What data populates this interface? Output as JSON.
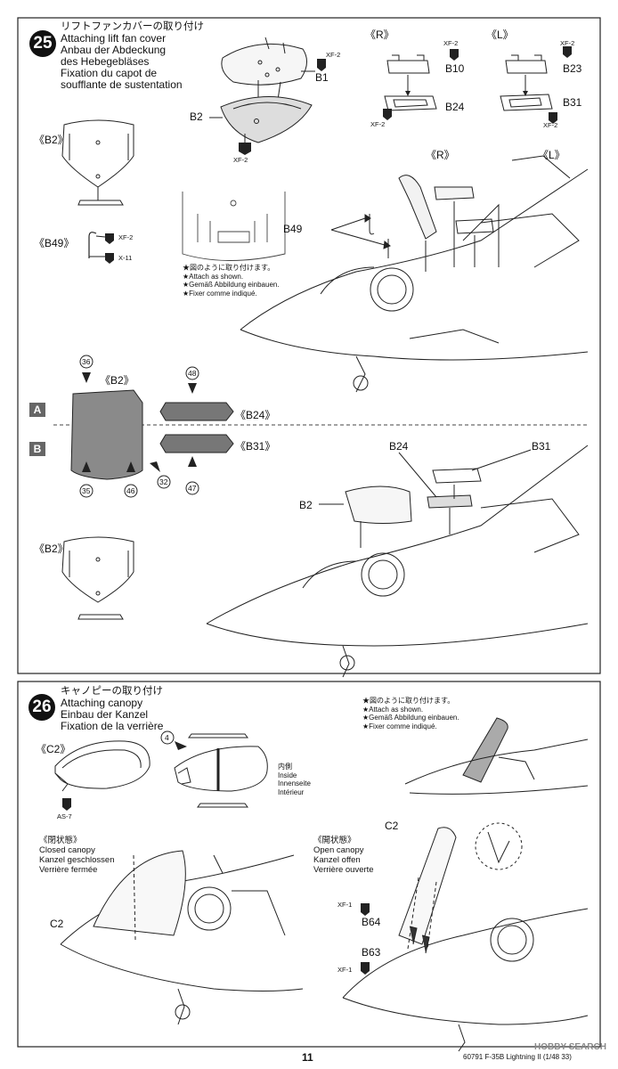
{
  "step25": {
    "number": "25",
    "title_jp": "リフトファンカバーの取り付け",
    "title_en": "Attaching lift fan cover",
    "title_de": "Anbau der Abdeckung des Hebegebläses",
    "title_de_line1": "Anbau der Abdeckung",
    "title_de_line2": "des Hebegebläses",
    "title_fr_line1": "Fixation du capot de",
    "title_fr_line2": "soufflante de sustentation",
    "labels": {
      "r": "《R》",
      "l": "《L》",
      "b1": "B1",
      "b2": "B2",
      "b10": "B10",
      "b23": "B23",
      "b24": "B24",
      "b31": "B31",
      "b49": "B49",
      "b2_ref": "《B2》",
      "b49_ref": "《B49》",
      "b24_ref": "《B24》",
      "b31_ref": "《B31》",
      "r_ref": "《R》",
      "l_ref": "《L》"
    },
    "paints": {
      "xf2": "XF-2",
      "x11": "X-11"
    },
    "note_jp": "★図のように取り付けます。",
    "note_en": "★Attach as shown.",
    "note_de": "★Gemäß Abbildung einbauen.",
    "note_fr": "★Fixer comme indiqué.",
    "option_a": "A",
    "option_b": "B",
    "decals": {
      "d36": "36",
      "d35": "35",
      "d46": "46",
      "d32": "32",
      "d48": "48",
      "d47": "47"
    }
  },
  "step26": {
    "number": "26",
    "title_jp": "キャノピーの取り付け",
    "title_en": "Attaching canopy",
    "title_de": "Einbau der Kanzel",
    "title_fr": "Fixation de la verrière",
    "c2_ref": "《C2》",
    "as7": "AS-7",
    "decal4": "4",
    "inside_jp": "内側",
    "inside_en": "Inside",
    "inside_de": "Innenseite",
    "inside_fr": "Intérieur",
    "note_jp": "★図のように取り付けます。",
    "note_en": "★Attach as shown.",
    "note_de": "★Gemäß Abbildung einbauen.",
    "note_fr": "★Fixer comme indiqué.",
    "closed_jp": "《閉状態》",
    "closed_en": "Closed canopy",
    "closed_de": "Kanzel geschlossen",
    "closed_fr": "Verrière fermée",
    "open_jp": "《開状態》",
    "open_en": "Open canopy",
    "open_de": "Kanzel offen",
    "open_fr": "Verrière ouverte",
    "labels": {
      "c2": "C2",
      "b64": "B64",
      "b63": "B63",
      "xf1": "XF-1"
    }
  },
  "footer": {
    "page": "11",
    "code": "60791",
    "model": "F-35B Lightning II (1/48 33)",
    "watermark": "HOBBY SEARCH"
  }
}
